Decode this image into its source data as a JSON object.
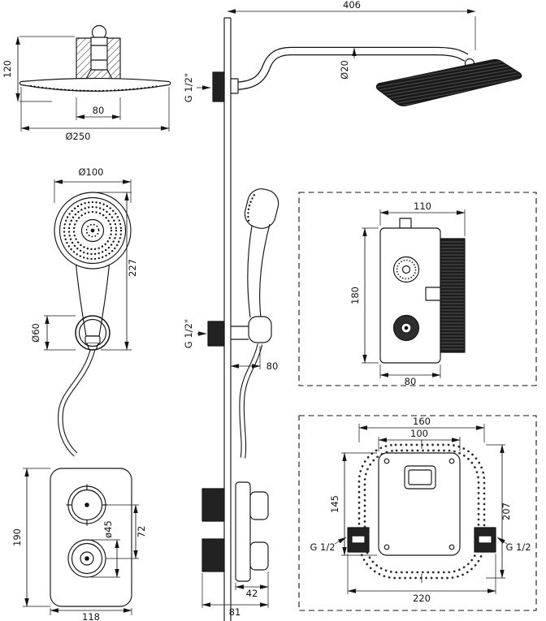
{
  "labels": {
    "arm_length": "406",
    "head_drop": "120",
    "head_mount_width": "80",
    "head_diameter": "Ø250",
    "arm_pipe_diameter": "Ø20",
    "arm_thread": "G 1/2\"",
    "hand_head_diameter": "Ø100",
    "hand_length": "227",
    "holder_ring_diameter": "Ø60",
    "holder_thread": "G 1/2\"",
    "holder_offset": "80",
    "mixer_width": "110",
    "mixer_height": "180",
    "mixer_depth": "80",
    "plate_height": "190",
    "knob_spacing": "72",
    "knob_diameter": "ø45",
    "plate_width": "118",
    "knob_depth": "42",
    "side_total_depth": "81",
    "box_width": "160",
    "box_inner_width": "100",
    "box_inner_height": "145",
    "box_height": "207",
    "box_thread_left": "G 1/2",
    "box_thread_right": "G 1/2",
    "box_total_width": "220"
  }
}
